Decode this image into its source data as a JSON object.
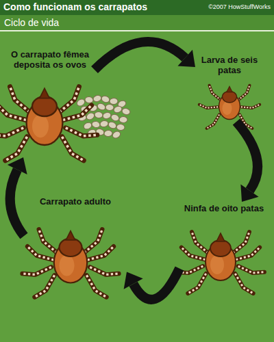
{
  "diagram": {
    "title": "Como funcionam os carrapatos",
    "nodes": [
      {
        "text": [
          "O carrapato fêmea deposita os ovos"
        ]
      },
      {
        "text": [
          "Larva de seis patas"
        ]
      },
      {
        "text": [
          "Ninfa de oito patas"
        ]
      },
      {
        "text": [
          "Carrapato adulto"
        ]
      }
    ],
    "edges": [
      {
        "from": 0,
        "to": 1,
        "arrow": "to"
      },
      {
        "from": 1,
        "to": 2,
        "arrow": "to"
      },
      {
        "from": 2,
        "to": 3,
        "arrow": "to"
      },
      {
        "from": 3,
        "to": 0,
        "arrow": "to"
      }
    ],
    "labels": [
      "©2007 HowStuffWorks",
      "Ciclo de vida"
    ]
  }
}
